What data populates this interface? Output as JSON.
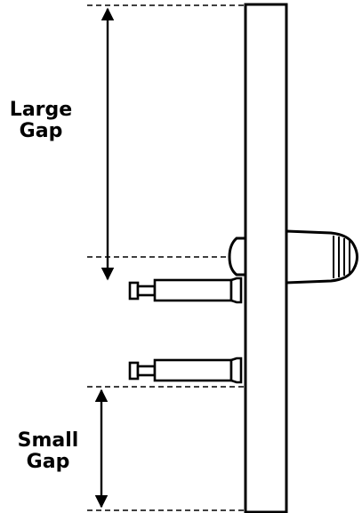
{
  "labels": {
    "large_gap": {
      "line1": "Large",
      "line2": "Gap"
    },
    "small_gap": {
      "line1": "Small",
      "line2": "Gap"
    }
  },
  "colors": {
    "stroke": "#000000",
    "fill": "#ffffff"
  }
}
